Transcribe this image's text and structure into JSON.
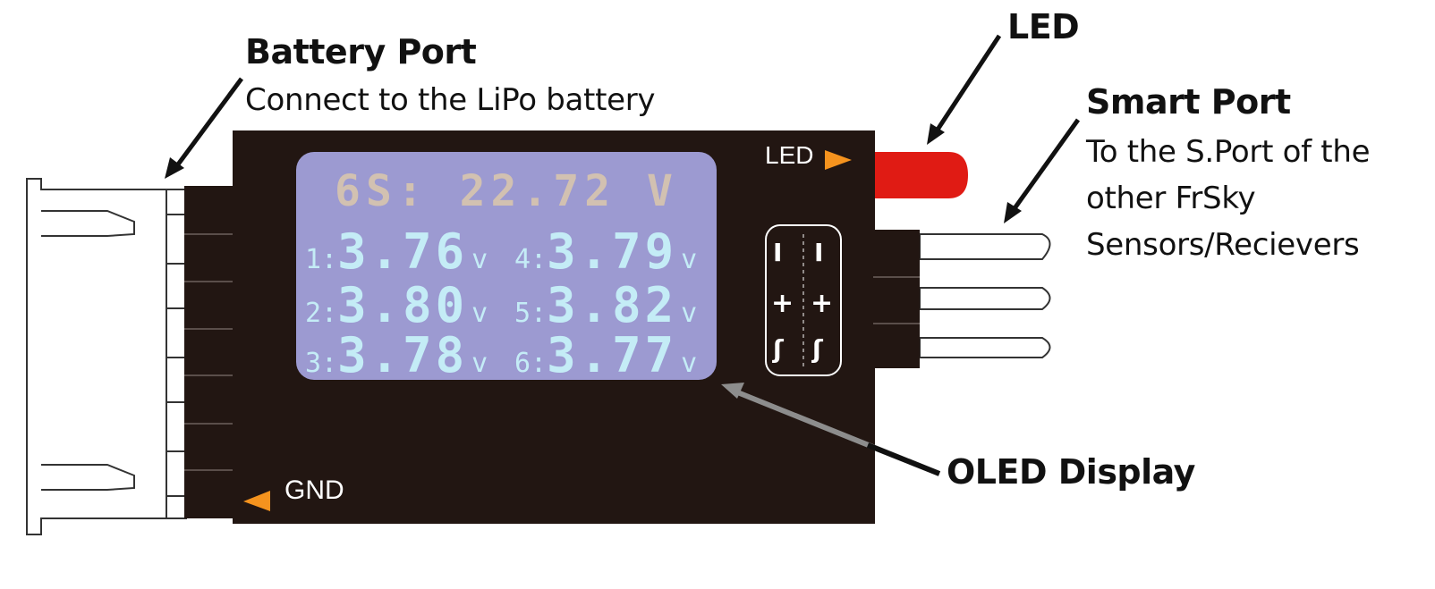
{
  "labels": {
    "battery_port_title": "Battery Port",
    "battery_port_desc": "Connect to the LiPo battery",
    "led_title": "LED",
    "smart_port_title": "Smart Port",
    "smart_port_desc_1": "To the S.Port of the",
    "smart_port_desc_2": "other FrSky",
    "smart_port_desc_3": "Sensors/Recievers",
    "oled_title": "OLED Display"
  },
  "device": {
    "led_marker": "LED",
    "gnd_marker": "GND",
    "pin_symbols": [
      "I",
      "+",
      "ʃ"
    ]
  },
  "display": {
    "total": "6S: 22.72 V",
    "cells": [
      {
        "index": "1:",
        "value": "3.76",
        "unit": "v"
      },
      {
        "index": "4:",
        "value": "3.79",
        "unit": "v"
      },
      {
        "index": "2:",
        "value": "3.80",
        "unit": "v"
      },
      {
        "index": "5:",
        "value": "3.82",
        "unit": "v"
      },
      {
        "index": "3:",
        "value": "3.78",
        "unit": "v"
      },
      {
        "index": "6:",
        "value": "3.77",
        "unit": "v"
      }
    ]
  },
  "colors": {
    "body": "#221612",
    "screen": "#9c9ad1",
    "total_text": "#d2c1b1",
    "cell_text": "#c4ecf6",
    "led": "#e01b14",
    "marker": "#f5931e"
  }
}
